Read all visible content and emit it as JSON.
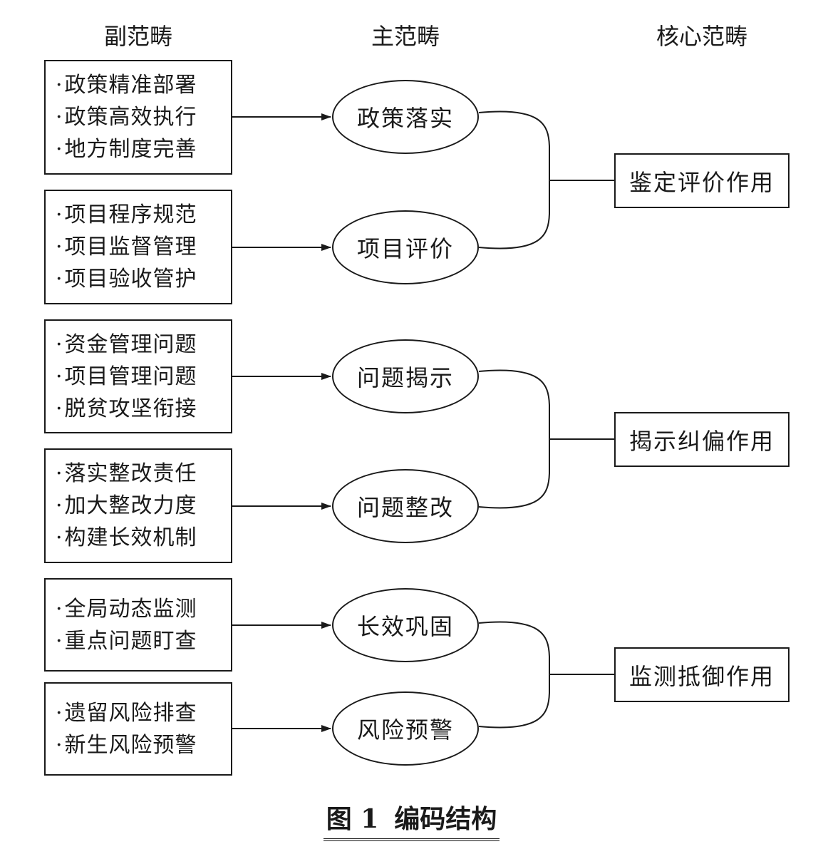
{
  "headers": {
    "sub": "副范畴",
    "main": "主范畴",
    "core": "核心范畴"
  },
  "sub_categories": [
    {
      "items": [
        "政策精准部署",
        "政策高效执行",
        "地方制度完善"
      ]
    },
    {
      "items": [
        "项目程序规范",
        "项目监督管理",
        "项目验收管护"
      ]
    },
    {
      "items": [
        "资金管理问题",
        "项目管理问题",
        "脱贫攻坚衔接"
      ]
    },
    {
      "items": [
        "落实整改责任",
        "加大整改力度",
        "构建长效机制"
      ]
    },
    {
      "items": [
        "全局动态监测",
        "重点问题盯查"
      ]
    },
    {
      "items": [
        "遗留风险排查",
        "新生风险预警"
      ]
    }
  ],
  "main_categories": [
    "政策落实",
    "项目评价",
    "问题揭示",
    "问题整改",
    "长效巩固",
    "风险预警"
  ],
  "core_categories": [
    "鉴定评价作用",
    "揭示纠偏作用",
    "监测抵御作用"
  ],
  "caption": {
    "label": "图 1",
    "title": "编码结构"
  }
}
